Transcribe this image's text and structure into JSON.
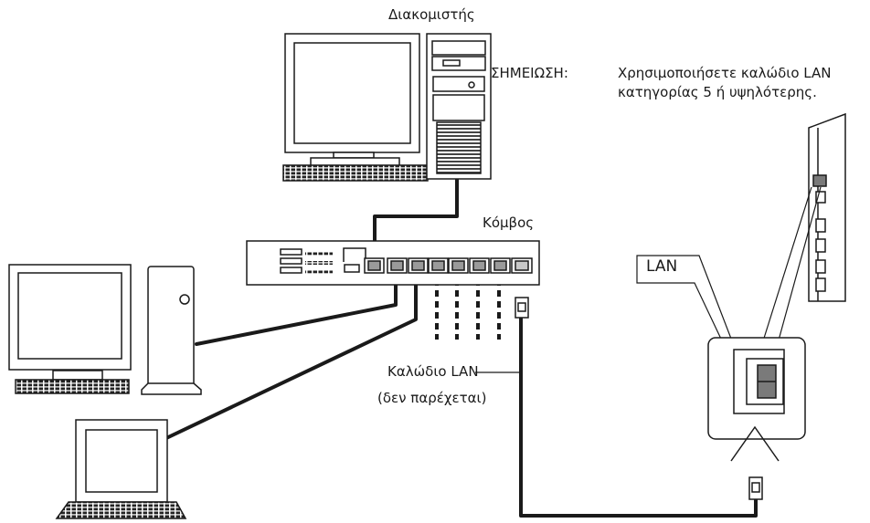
{
  "labels": {
    "server": "Διακομιστής",
    "note_prefix": "ΣΗΜΕΙΩΣΗ:",
    "note_line1": "Χρησιμοποιήσετε καλώδιο LAN",
    "note_line2": "κατηγορίας 5 ή υψηλότερης.",
    "hub": "Κόμβος",
    "cable_line1": "Καλώδιο LAN",
    "cable_line2": "(δεν παρέχεται)",
    "lan_port": "LAN"
  },
  "colors": {
    "line": "#1a1a1a",
    "device_fill": "#ffffff",
    "port_fill": "#7a7a7a",
    "hub_port_fill": "#9a9a9a"
  }
}
